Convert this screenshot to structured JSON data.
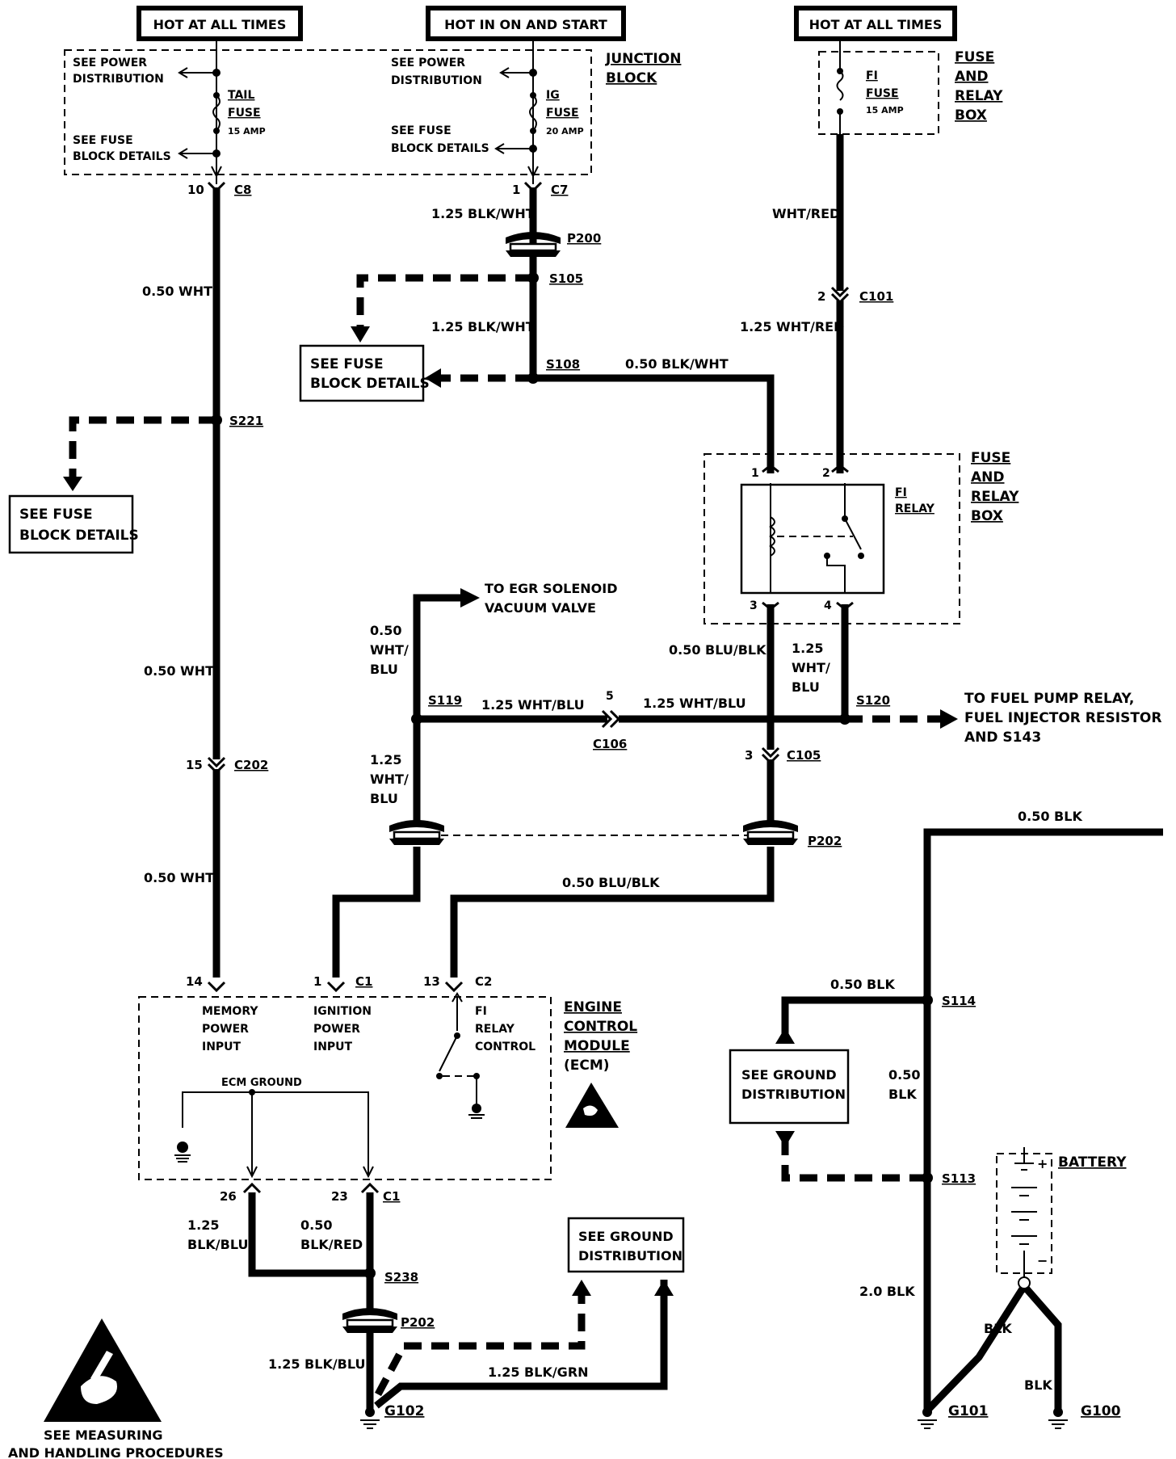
{
  "headers": {
    "left": "HOT AT ALL TIMES",
    "middle": "HOT IN ON AND START",
    "right": "HOT AT ALL TIMES"
  },
  "junction_block": {
    "title_l1": "JUNCTION",
    "title_l2": "BLOCK",
    "see_power_l1": "SEE POWER",
    "see_power_l2": "DISTRIBUTION",
    "see_fuse_l1": "SEE FUSE",
    "see_fuse_l2": "BLOCK DETAILS",
    "tail_fuse_l1": "TAIL",
    "tail_fuse_l2": "FUSE",
    "tail_fuse_amp": "15 AMP",
    "ig_fuse_l1": "IG",
    "ig_fuse_l2": "FUSE",
    "ig_fuse_amp": "20 AMP"
  },
  "fi_fuse_box": {
    "fuse_l1": "FI",
    "fuse_l2": "FUSE",
    "amp": "15 AMP",
    "title": [
      "FUSE",
      "AND",
      "RELAY",
      "BOX"
    ]
  },
  "relay_box": {
    "title": [
      "FUSE",
      "AND",
      "RELAY",
      "BOX"
    ],
    "relay_l1": "FI",
    "relay_l2": "RELAY",
    "pins": [
      "1",
      "2",
      "3",
      "4"
    ]
  },
  "connectors": {
    "c8_pin": "10",
    "c8": "C8",
    "c7_pin": "1",
    "c7": "C7",
    "c101_pin": "2",
    "c101": "C101",
    "c202_pin": "15",
    "c202": "C202",
    "c106_pin": "5",
    "c106": "C106",
    "c105_pin": "3",
    "c105": "C105",
    "p200": "P200",
    "p202": "P202",
    "p202b": "P202",
    "ecm_pin14": "14",
    "ecm_pin1": "1",
    "ecm_c1": "C1",
    "ecm_pin13": "13",
    "ecm_c2": "C2",
    "ecm_pin26": "26",
    "ecm_pin23": "23",
    "ecm_c1b": "C1"
  },
  "splices": {
    "s105": "S105",
    "s108": "S108",
    "s221": "S221",
    "s119": "S119",
    "s120": "S120",
    "s114": "S114",
    "s113": "S113",
    "s238": "S238"
  },
  "grounds": {
    "g102": "G102",
    "g101": "G101",
    "g100": "G100"
  },
  "wires": {
    "w1": "0.50 WHT",
    "w2": "1.25 BLK/WHT",
    "w3": "WHT/RED",
    "w4": "1.25 BLK/WHT",
    "w5": "1.25 WHT/RED",
    "w6": "0.50 BLK/WHT",
    "w7": "0.50 WHT",
    "w8": "0.50 BLU/BLK",
    "w9_l1": "1.25",
    "w9_l2": "WHT/",
    "w9_l3": "BLU",
    "w10_l1": "0.50",
    "w10_l2": "WHT/",
    "w10_l3": "BLU",
    "w11": "1.25 WHT/BLU",
    "w12": "1.25 WHT/BLU",
    "w13_l1": "1.25",
    "w13_l2": "WHT/",
    "w13_l3": "BLU",
    "w14": "0.50 WHT",
    "w15": "0.50 BLU/BLK",
    "w16": "0.50 BLK",
    "w17": "0.50 BLK",
    "w18_l1": "0.50",
    "w18_l2": "BLK",
    "w19_l1": "1.25",
    "w19_l2": "BLK/BLU",
    "w20_l1": "0.50",
    "w20_l2": "BLK/RED",
    "w21": "1.25 BLK/BLU",
    "w22": "1.25 BLK/GRN",
    "w23": "2.0 BLK",
    "w24": "BLK",
    "w25": "BLK"
  },
  "references": {
    "see_fuse_a_l1": "SEE FUSE",
    "see_fuse_a_l2": "BLOCK DETAILS",
    "see_fuse_b_l1": "SEE FUSE",
    "see_fuse_b_l2": "BLOCK DETAILS",
    "egr_l1": "TO EGR SOLENOID",
    "egr_l2": "VACUUM VALVE",
    "fuel_l1": "TO FUEL PUMP RELAY,",
    "fuel_l2": "FUEL INJECTOR RESISTOR",
    "fuel_l3": "AND S143",
    "ground_a_l1": "SEE GROUND",
    "ground_a_l2": "DISTRIBUTION",
    "ground_b_l1": "SEE GROUND",
    "ground_b_l2": "DISTRIBUTION",
    "measuring_l1": "SEE  MEASURING",
    "measuring_l2": "AND HANDLING PROCEDURES"
  },
  "ecm": {
    "title": [
      "ENGINE",
      "CONTROL",
      "MODULE",
      "(ECM)"
    ],
    "memory": [
      "MEMORY",
      "POWER",
      "INPUT"
    ],
    "ignition": [
      "IGNITION",
      "POWER",
      "INPUT"
    ],
    "fi_relay": [
      "FI",
      "RELAY",
      "CONTROL"
    ],
    "ecm_ground": "ECM GROUND"
  },
  "battery": {
    "label": "BATTERY",
    "plus": "+",
    "minus": "−"
  }
}
